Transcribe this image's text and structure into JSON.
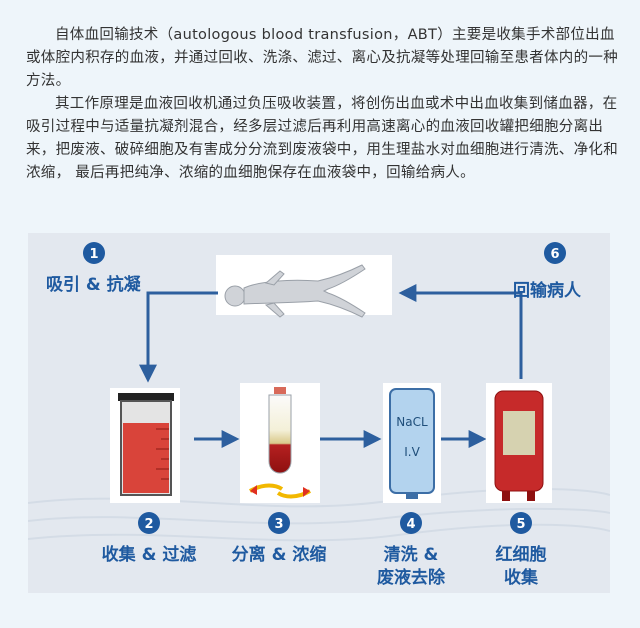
{
  "paragraphs": [
    "自体血回输技术（autologous blood transfusion，ABT）主要是收集手术部位出血或体腔内积存的血液，并通过回收、洗涤、滤过、离心及抗凝等处理回输至患者体内的一种方法。",
    "其工作原理是血液回收机通过负压吸收装置，将创伤出血或术中出血收集到储血器，在吸引过程中与适量抗凝剂混合，经多层过滤后再利用高速离心的血液回收罐把细胞分离出来，把废液、破碎细胞及有害成分分流到废液袋中，用生理盐水对血细胞进行清洗、净化和浓缩， 最后再把纯净、浓缩的血细胞保存在血液袋中，回输给病人。"
  ],
  "steps": [
    {
      "num": "1",
      "label": "吸引 & 抗凝"
    },
    {
      "num": "2",
      "label": "收集 & 过滤"
    },
    {
      "num": "3",
      "label": "分离 & 浓缩"
    },
    {
      "num": "4",
      "label_line1": "清洗 &",
      "label_line2": "废液去除"
    },
    {
      "num": "5",
      "label_line1": "红细胞",
      "label_line2": "收集"
    },
    {
      "num": "6",
      "label": "回输病人"
    }
  ],
  "bag_text": {
    "line1": "NaCL",
    "line2": "I.V"
  },
  "colors": {
    "badge": "#1f5aa0",
    "arrow": "#2d5f9e",
    "blood": "#cc2a2a",
    "panel": "#e3e8ef"
  }
}
